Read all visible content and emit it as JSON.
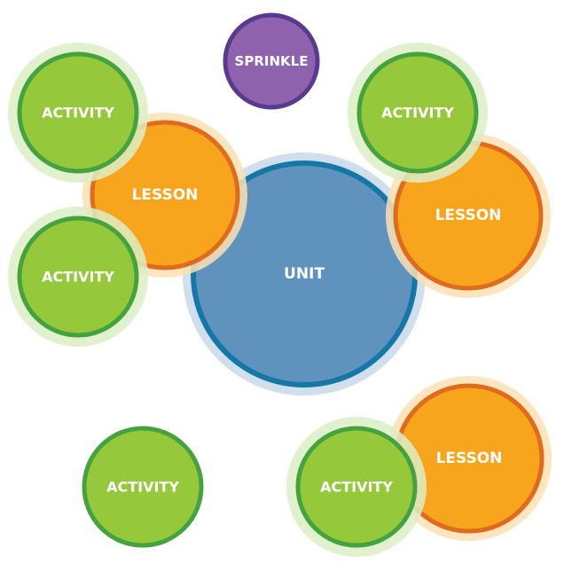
{
  "nodes": {
    "unit": {
      "label": "UNIT"
    },
    "sprinkle": {
      "label": "SPRINKLE"
    },
    "lesson_left": {
      "label": "LESSON"
    },
    "lesson_right": {
      "label": "LESSON"
    },
    "lesson_bottom_right": {
      "label": "LESSON"
    },
    "activity_top_left": {
      "label": "ACTIVITY"
    },
    "activity_mid_left": {
      "label": "ACTIVITY"
    },
    "activity_top_right": {
      "label": "ACTIVITY"
    },
    "activity_bottom_left": {
      "label": "ACTIVITY"
    },
    "activity_bottom_right": {
      "label": "ACTIVITY"
    }
  },
  "colors": {
    "unit_fill": "#5f92bd",
    "unit_stroke": "#1378a6",
    "unit_halo": "#c9d8e8",
    "lesson_fill": "#f7a51d",
    "lesson_stroke": "#e06b1d",
    "lesson_halo": "#fbe1b4",
    "activity_fill": "#96c83b",
    "activity_stroke": "#45a33f",
    "activity_halo": "#dcedc4",
    "sprinkle_fill": "#8f62ae",
    "sprinkle_stroke": "#5a3a8f",
    "label_text": "#ffffff"
  }
}
